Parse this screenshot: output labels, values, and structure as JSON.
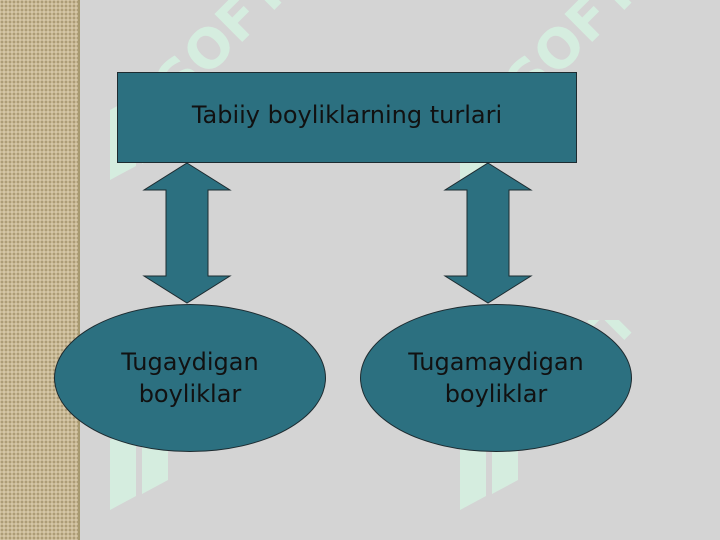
{
  "diagram": {
    "title": "Tabiiy boyliklarning turlari",
    "left_node": {
      "line1": "Tugaydigan",
      "line2": "boyliklar"
    },
    "right_node": {
      "line1": "Tugamaydigan",
      "line2": "boyliklar"
    },
    "watermark_text": "SOFT"
  },
  "colors": {
    "background": "#d4d4d4",
    "node_fill": "#2c7080",
    "node_border": "#1d2b30",
    "side_strip": "#c9b994",
    "watermark": "#cfeedd"
  }
}
